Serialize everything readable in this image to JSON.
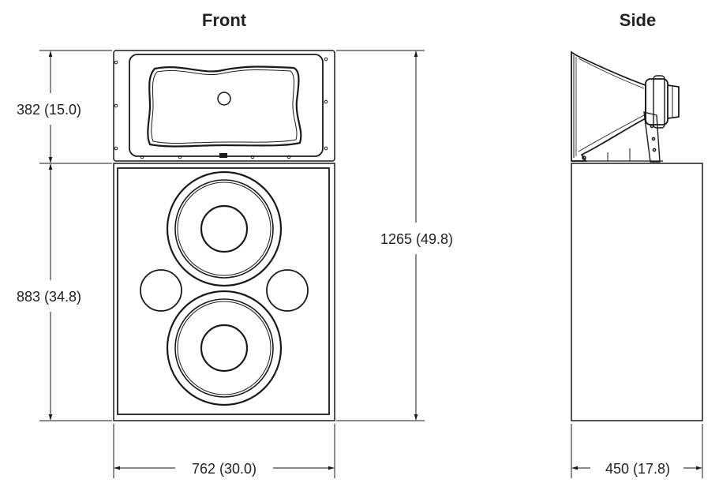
{
  "views": {
    "front": {
      "title": "Front"
    },
    "side": {
      "title": "Side"
    }
  },
  "dimensions": {
    "horn_height": "382 (15.0)",
    "lf_height": "883 (34.8)",
    "total_height": "1265 (49.8)",
    "width": "762 (30.0)",
    "depth": "450 (17.8)"
  },
  "colors": {
    "line": "#1a1a1a",
    "face": "#ffffff"
  }
}
